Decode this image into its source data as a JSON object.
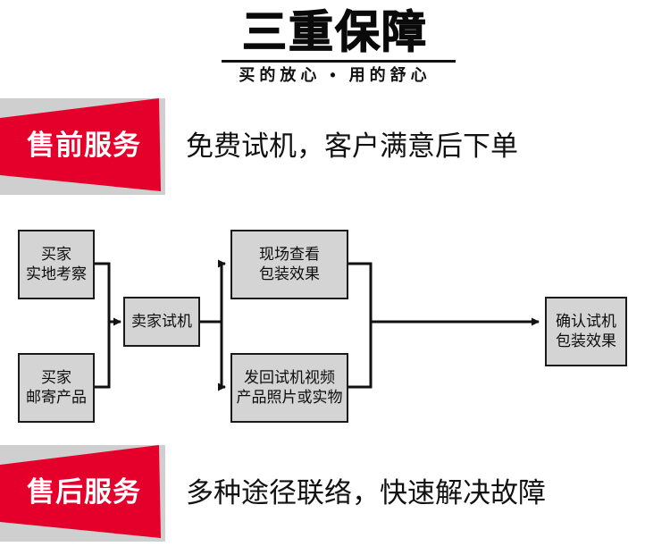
{
  "header": {
    "title": "三重保障",
    "subtitle": "买的放心 • 用的舒心"
  },
  "colors": {
    "ribbon_red": "#e4002b",
    "ribbon_gray": "#cfcfcf",
    "node_fill": "#d4d4d4",
    "node_stroke": "#1a1a1a",
    "text": "#111111"
  },
  "sections": [
    {
      "badge": "售前服务",
      "headline": "免费试机，客户满意后下单"
    },
    {
      "badge": "售后服务",
      "headline": "多种途径联络，快速解决故障"
    }
  ],
  "flowchart": {
    "type": "flow-diagram",
    "nodes": [
      {
        "id": "n1",
        "label": "买家\n实地考察"
      },
      {
        "id": "n2",
        "label": "买家\n邮寄产品"
      },
      {
        "id": "n3",
        "label": "卖家试机"
      },
      {
        "id": "n4",
        "label": "现场查看\n包装效果"
      },
      {
        "id": "n5",
        "label": "发回试机视频\n产品照片或实物"
      },
      {
        "id": "n6",
        "label": "确认试机\n包装效果"
      }
    ],
    "edges": [
      {
        "from": "n1",
        "to": "n3"
      },
      {
        "from": "n2",
        "to": "n3"
      },
      {
        "from": "n3",
        "to": "n4"
      },
      {
        "from": "n3",
        "to": "n5"
      },
      {
        "from": "n4",
        "to": "n6"
      },
      {
        "from": "n5",
        "to": "n6"
      }
    ]
  }
}
